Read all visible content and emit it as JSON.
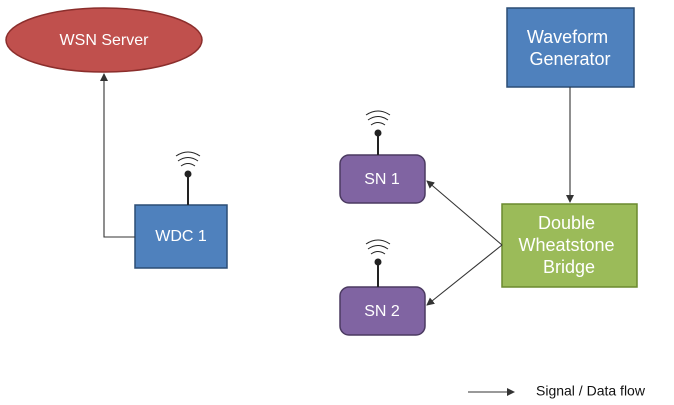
{
  "nodes": {
    "wsn_server": {
      "label": "WSN Server",
      "color": "#c0504d",
      "border": "#8b2e2c"
    },
    "wdc1": {
      "label": "WDC 1",
      "color": "#4f81bd",
      "border": "#2c4d75"
    },
    "waveform_generator": {
      "label_lines": [
        "Waveform",
        "Generator"
      ],
      "color": "#4f81bd",
      "border": "#2c4d75"
    },
    "sn1": {
      "label": "SN 1",
      "color": "#8064a2",
      "border": "#4b3a61"
    },
    "sn2": {
      "label": "SN 2",
      "color": "#8064a2",
      "border": "#4b3a61"
    },
    "bridge": {
      "label_lines": [
        "Double",
        "Wheatstone",
        "Bridge"
      ],
      "color": "#9bbb59",
      "border": "#6b8a2f"
    }
  },
  "legend": {
    "label": "Signal / Data flow"
  },
  "icons": {
    "antenna": "wireless-antenna-icon"
  }
}
